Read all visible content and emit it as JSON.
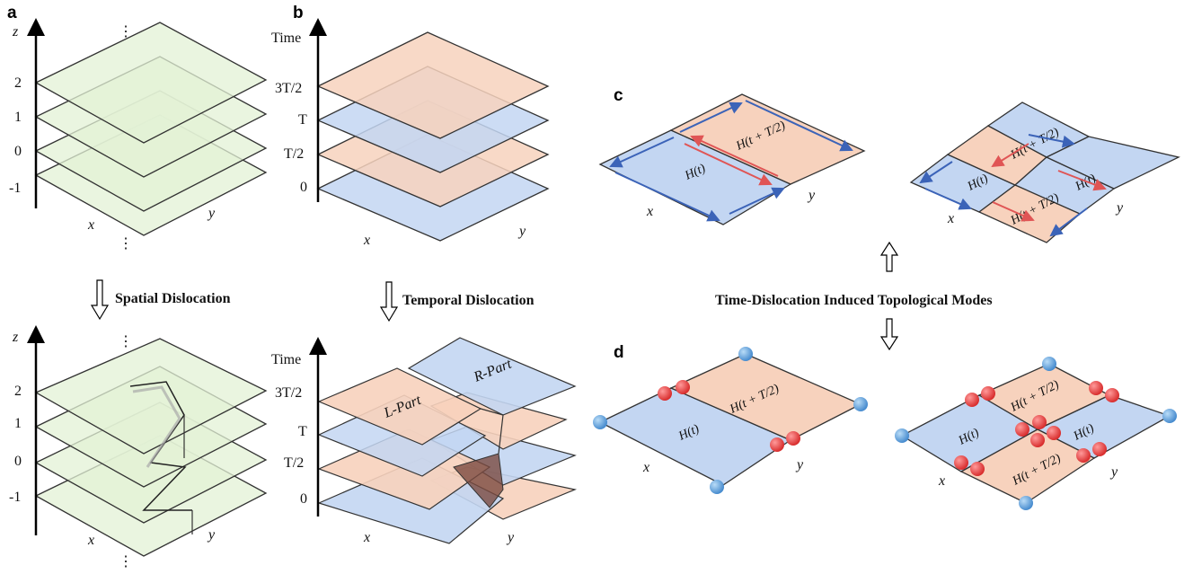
{
  "colors": {
    "green_layer": "#e3f2d6",
    "orange_layer": "#f7d2bd",
    "blue_layer": "#c3d6f2",
    "blue_arrow": "#3b63b8",
    "red_arrow": "#e05555",
    "red_mode": "#ea3b3b",
    "blue_mode": "#5c9fdb",
    "dark_wedge": "#7a4a40"
  },
  "panels": {
    "a": "a",
    "b": "b",
    "c": "c",
    "d": "d"
  },
  "panel_a": {
    "axis": "z",
    "levels": [
      "2",
      "1",
      "0",
      "-1"
    ],
    "x": "x",
    "y": "y",
    "dots": "⋮"
  },
  "panel_b": {
    "axis": "Time",
    "levels": [
      "3T/2",
      "T",
      "T/2",
      "0"
    ],
    "x": "x",
    "y": "y"
  },
  "arrows": {
    "spatial": "Spatial Dislocation",
    "temporal": "Temporal Dislocation",
    "center": "Time-Dislocation Induced Topological Modes"
  },
  "bottom_b": {
    "left_part": "L-Part",
    "right_part": "R-Part"
  },
  "hamiltonians": {
    "h0": "H(t)",
    "h1": "H(t + T/2)"
  },
  "axes": {
    "x": "x",
    "y": "y"
  }
}
